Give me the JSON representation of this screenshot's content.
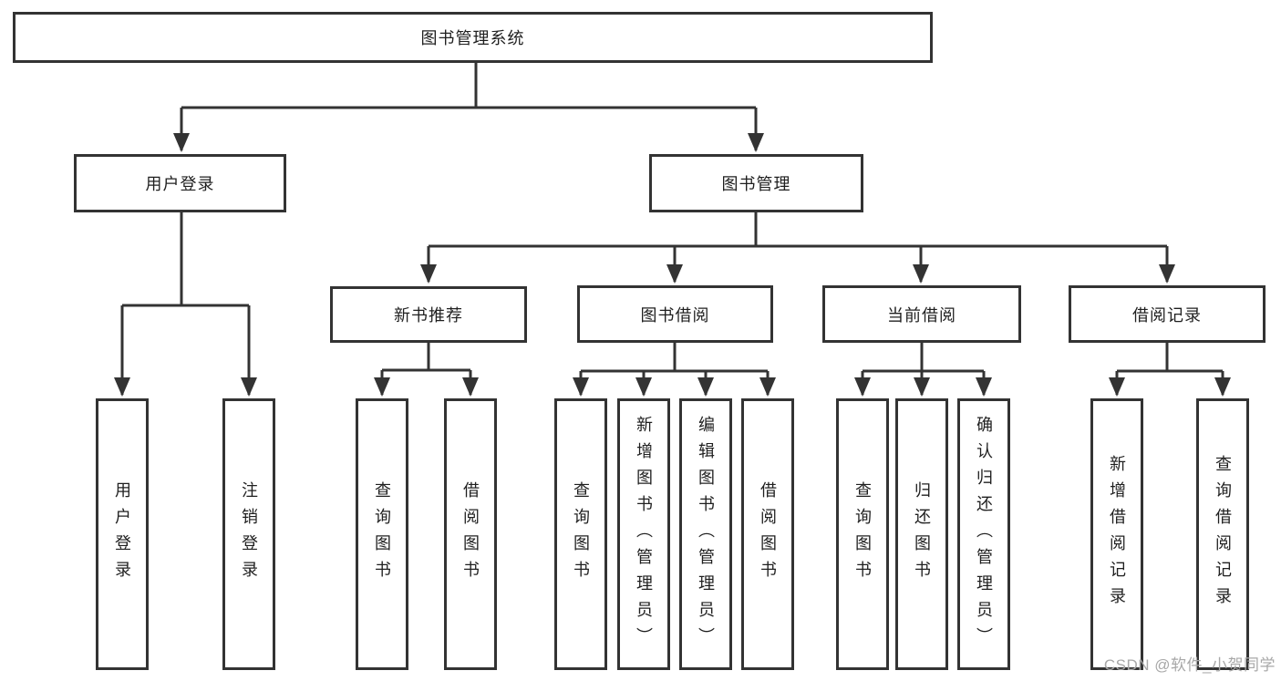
{
  "diagram": {
    "root": {
      "label": "图书管理系统"
    },
    "branches": [
      {
        "label": "用户登录",
        "children": [
          {
            "label": "用户登录"
          },
          {
            "label": "注销登录"
          }
        ]
      },
      {
        "label": "图书管理",
        "children": [
          {
            "label": "新书推荐",
            "children": [
              {
                "label": "查询图书"
              },
              {
                "label": "借阅图书"
              }
            ]
          },
          {
            "label": "图书借阅",
            "children": [
              {
                "label": "查询图书"
              },
              {
                "label": "新增图书（管理员）"
              },
              {
                "label": "编辑图书（管理员）"
              },
              {
                "label": "借阅图书"
              }
            ]
          },
          {
            "label": "当前借阅",
            "children": [
              {
                "label": "查询图书"
              },
              {
                "label": "归还图书"
              },
              {
                "label": "确认归还（管理员）"
              }
            ]
          },
          {
            "label": "借阅记录",
            "children": [
              {
                "label": "新增借阅记录"
              },
              {
                "label": "查询借阅记录"
              }
            ]
          }
        ]
      }
    ],
    "watermark": "CSDN @软件_小贺同学",
    "colors": {
      "line": "#333333",
      "text": "#1f1f1f",
      "box_background": "#ffffff",
      "watermark": "#a8a8a8"
    }
  }
}
